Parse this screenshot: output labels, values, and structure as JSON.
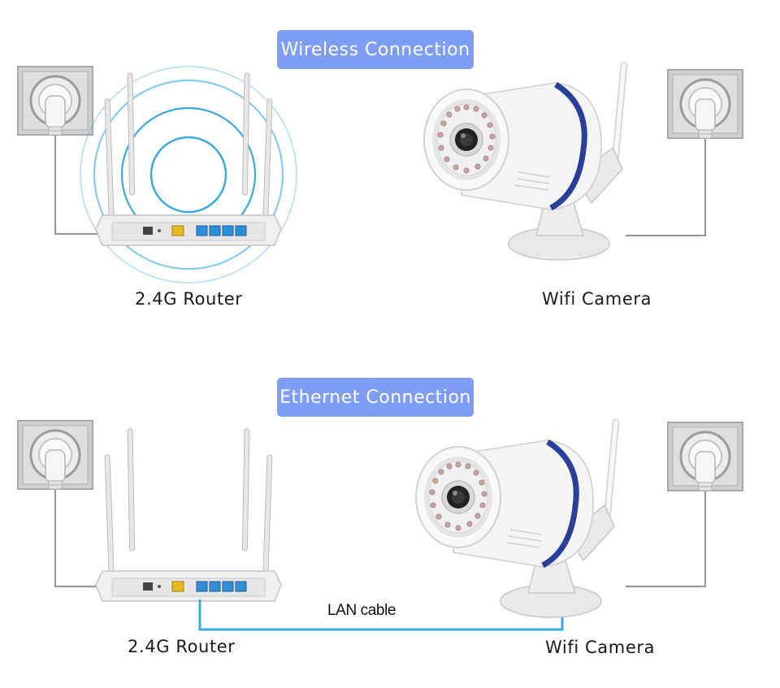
{
  "wireless": {
    "title": "Wireless Connection",
    "router_label": "2.4G Router",
    "camera_label": "Wifi Camera"
  },
  "ethernet": {
    "title": "Ethernet Connection",
    "router_label": "2.4G Router",
    "camera_label": "Wifi Camera",
    "cable_label": "LAN cable"
  },
  "colors": {
    "title_background": "#7e9ef3",
    "wifi_waves": "#3aa9e0",
    "lan_cable": "#3aa9e0",
    "power_cord": "#9a9a9a",
    "camera_ring": "#2a3f9a",
    "router_port_lan": "#2f8fd8",
    "router_port_wan": "#e8b923"
  },
  "icons": [
    "wall-socket-icon",
    "router-icon",
    "camera-icon",
    "wifi-wave-icon"
  ]
}
